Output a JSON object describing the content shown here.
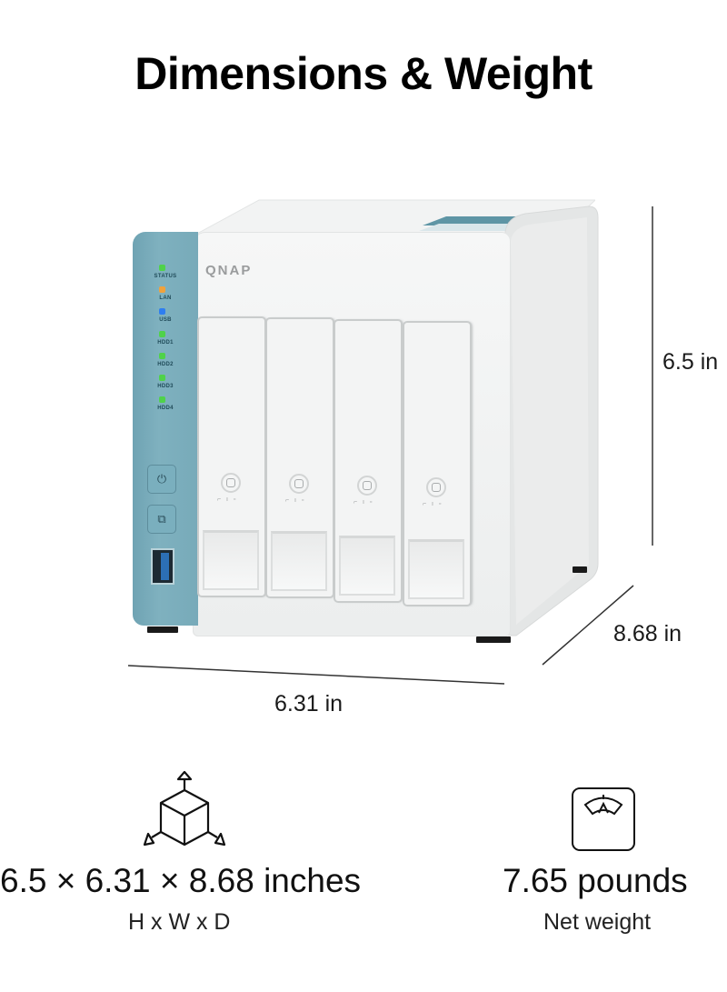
{
  "header": {
    "title": "Dimensions & Weight"
  },
  "device": {
    "brand_logo": "QNAP",
    "led_labels": [
      "STATUS",
      "LAN",
      "USB",
      "HDD1",
      "HDD2",
      "HDD3",
      "HDD4"
    ],
    "led_colors": [
      "#4fd24a",
      "#f0a23c",
      "#2e7ef0",
      "#4fd24a",
      "#4fd24a",
      "#4fd24a",
      "#4fd24a"
    ],
    "accent_color": "#77aab9",
    "drive_bay_count": 4,
    "buttons": [
      {
        "name": "power-button",
        "icon": "power-icon",
        "glyph": "⏻"
      },
      {
        "name": "copy-button",
        "icon": "copy-icon",
        "glyph": "⧉"
      }
    ],
    "drive_bay_lock_glyphs": "⌐ ı ▫"
  },
  "measurements": {
    "height_label": "6.5 in",
    "width_label": "6.31 in",
    "depth_label": "8.68 in"
  },
  "specs": {
    "dimensions": {
      "icon": "cube-dimensions-icon",
      "value": "6.5 × 6.31 × 8.68 inches",
      "caption": "H x W x D"
    },
    "weight": {
      "icon": "weight-scale-icon",
      "value": "7.65 pounds",
      "caption": "Net weight"
    }
  }
}
